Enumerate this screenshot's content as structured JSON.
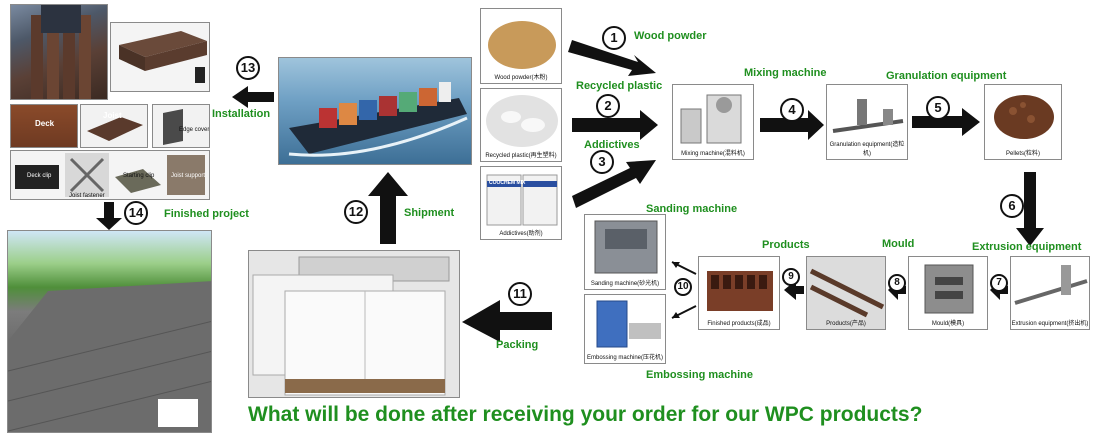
{
  "steps": {
    "s1": {
      "num": "1",
      "label": "Wood powder"
    },
    "s2": {
      "num": "2",
      "label": "Recycled plastic"
    },
    "s3": {
      "num": "3",
      "label": "Addictives"
    },
    "s4": {
      "num": "4",
      "label": "Mixing machine"
    },
    "s5": {
      "num": "5",
      "label": "Granulation equipment"
    },
    "s6": {
      "num": "6",
      "label": "Extrusion equipment"
    },
    "s7": {
      "num": "7",
      "label": "Mould"
    },
    "s8": {
      "num": "8",
      "label": ""
    },
    "s9": {
      "num": "9",
      "label": "Products"
    },
    "s10": {
      "num": "10",
      "label": "Sanding machine"
    },
    "s10b": {
      "label": "Embossing machine"
    },
    "s11": {
      "num": "11",
      "label": "Packing"
    },
    "s12": {
      "num": "12",
      "label": "Shipment"
    },
    "s13": {
      "num": "13",
      "label": "Installation"
    },
    "s14": {
      "num": "14",
      "label": "Finished project"
    }
  },
  "captions": {
    "wood_powder": "Wood powder(木粉)",
    "recycled_plastic": "Recycled plastic(再生塑料)",
    "addictives": "Addictives(助剂)",
    "mixing": "Mixing machine(混料机)",
    "granulation": "Granulation equipment(造粒机)",
    "pellets": "Pellets(粒料)",
    "extrusion": "Extrusion equipment(挤出机)",
    "mould": "Mould(模具)",
    "products": "Products(产品)",
    "finished": "Finished products(成品)",
    "sanding": "Sanding machine(砂光机)",
    "embossing": "Embossing machine(压花机)"
  },
  "installation_labels": {
    "deck": "Deck",
    "joist": "Joist",
    "edge_cover": "Edge cover",
    "deck_clip": "Deck clip",
    "joist_fastener": "Joist fastener",
    "starting_clip": "Starting clip",
    "joist_support": "Joist support"
  },
  "bags": {
    "text": "COOCHEM MIX"
  },
  "headline": "What will be done after receiving your order for our WPC products?",
  "colors": {
    "label_green": "#1f8f1f",
    "arrow_black": "#111111"
  }
}
